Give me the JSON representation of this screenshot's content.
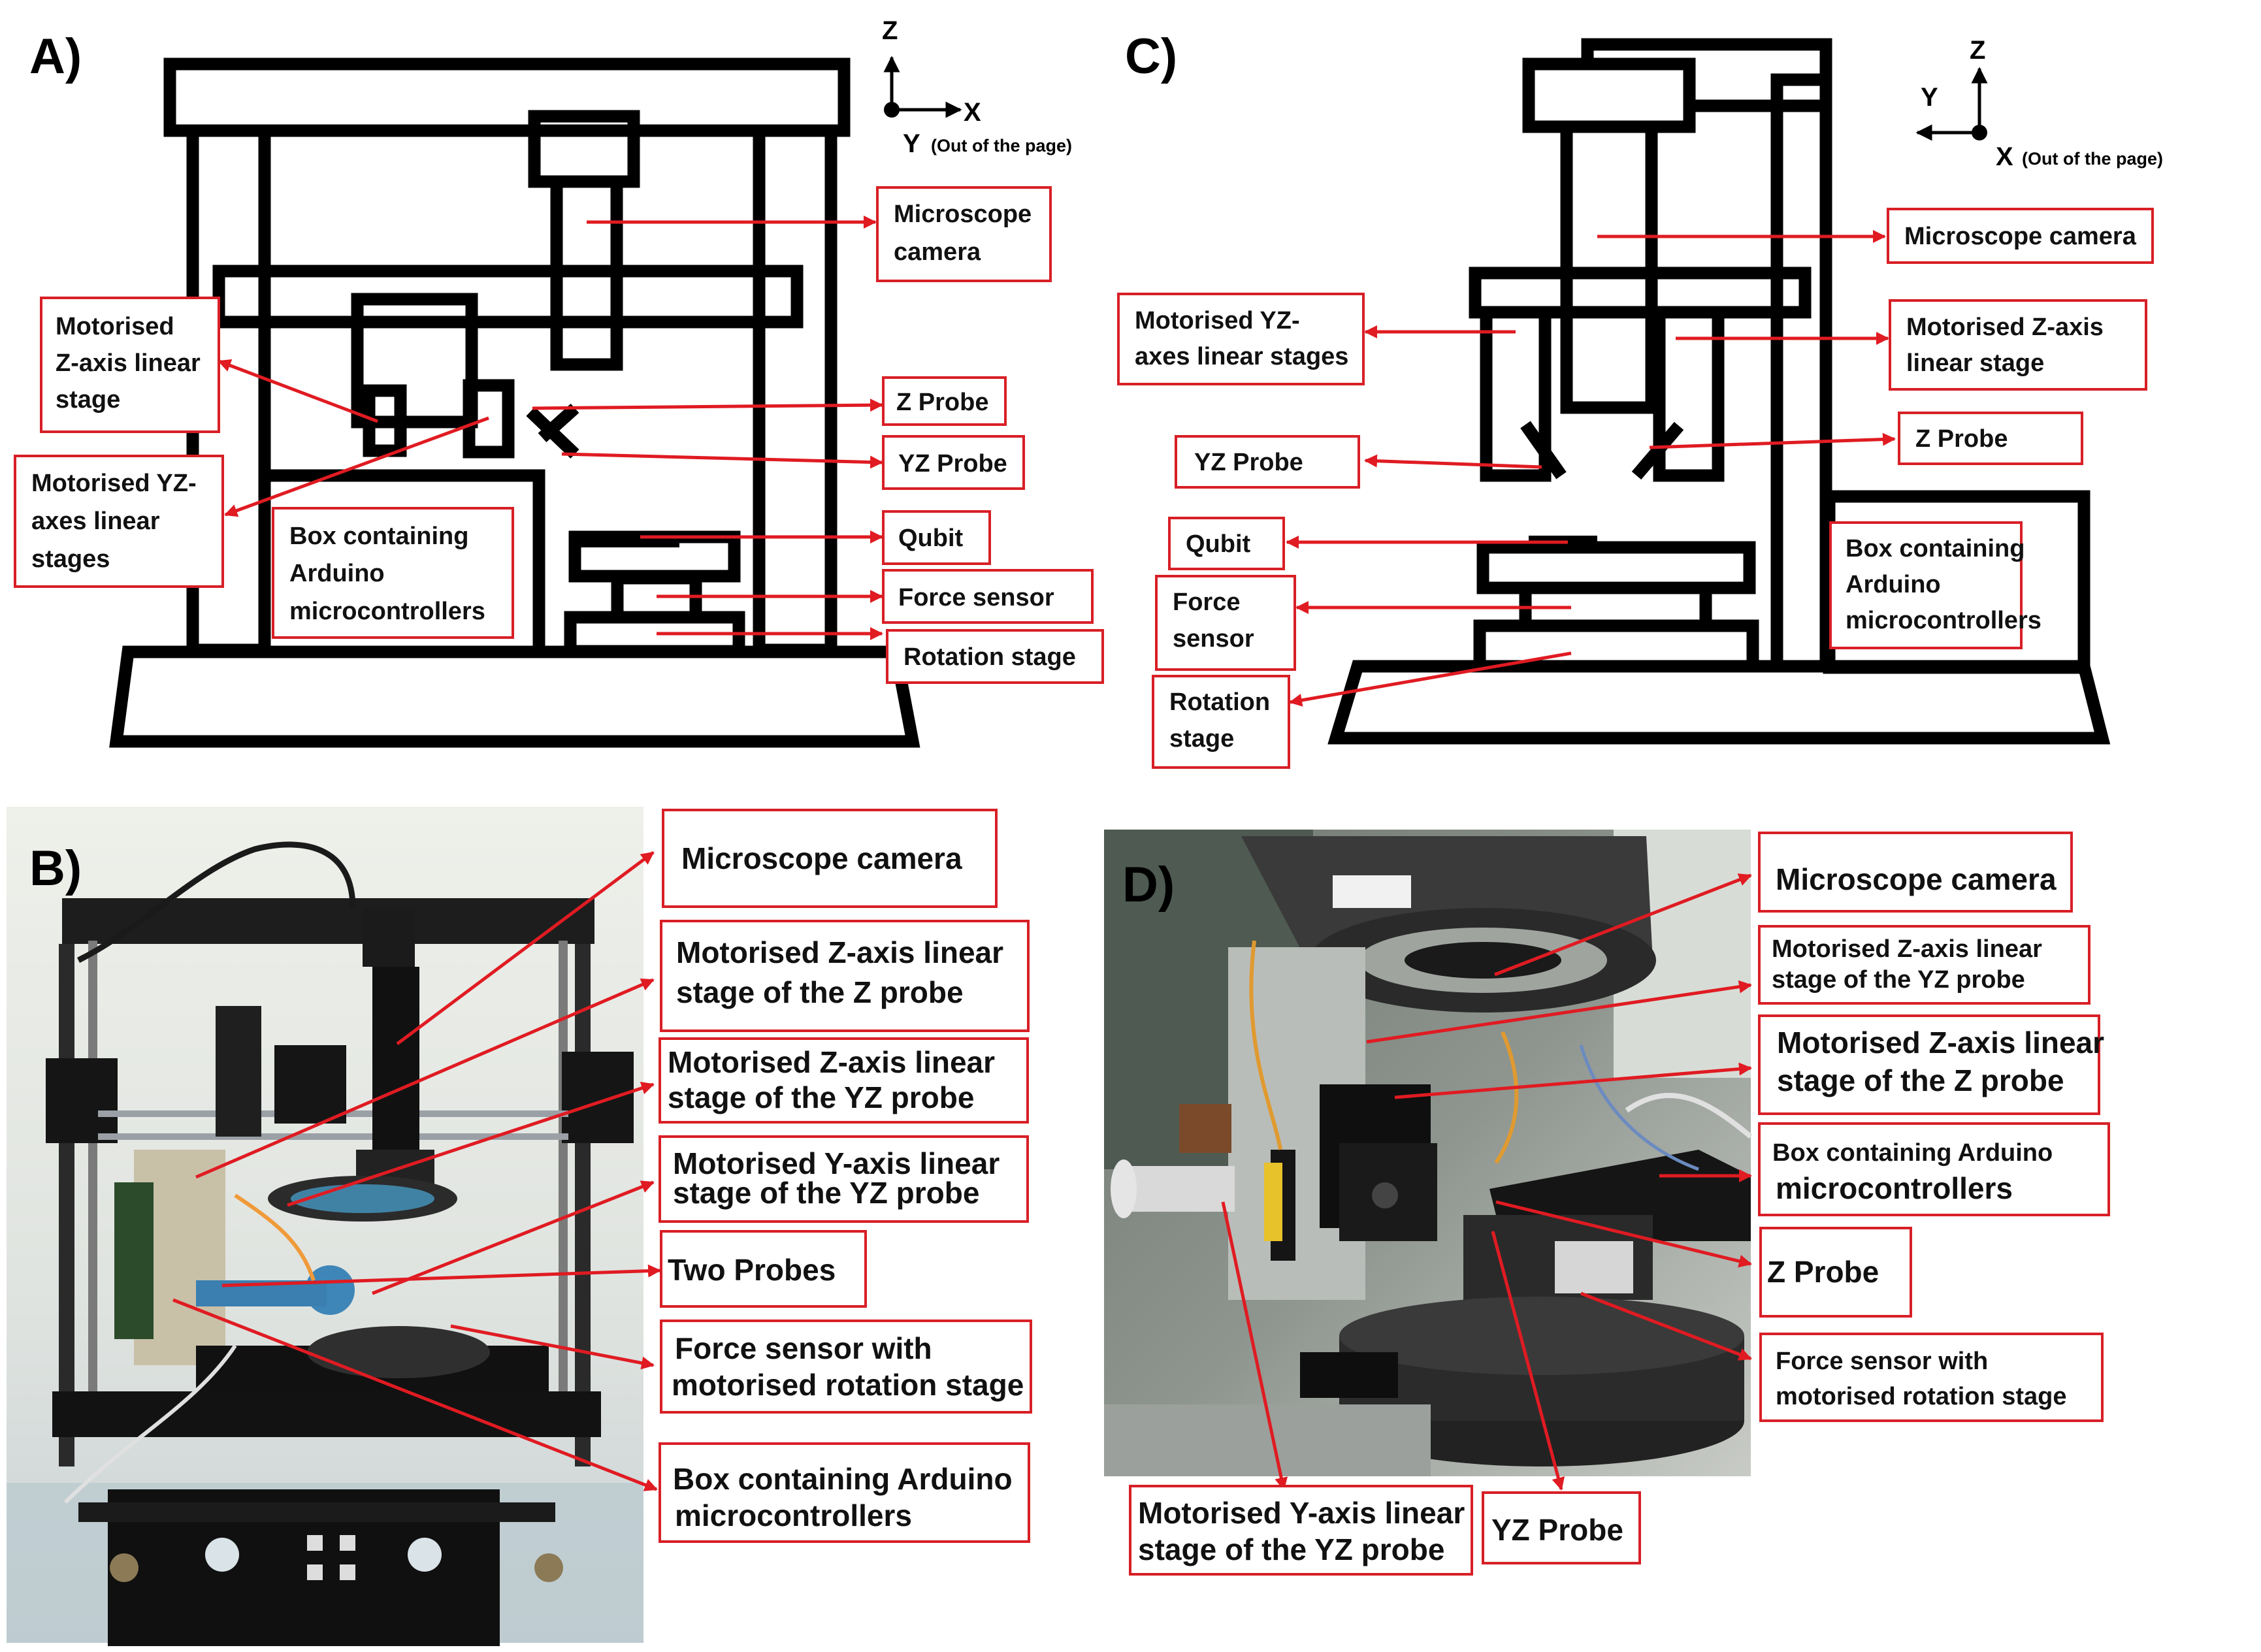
{
  "panels": {
    "a": {
      "letter": "A)",
      "axes": {
        "z": "Z",
        "x": "X",
        "y": "Y",
        "y_note": "(Out of the page)"
      },
      "labels": {
        "microscope_camera": [
          "Microscope",
          "camera"
        ],
        "motorised_z": [
          "Motorised",
          "Z-axis linear",
          "stage"
        ],
        "motorised_yz": [
          "Motorised YZ-",
          "axes linear",
          "stages"
        ],
        "box_arduino": [
          "Box containing",
          "Arduino",
          "microcontrollers"
        ],
        "z_probe": [
          "Z Probe"
        ],
        "yz_probe": [
          "YZ Probe"
        ],
        "qubit": [
          "Qubit"
        ],
        "force_sensor": [
          "Force sensor"
        ],
        "rotation_stage": [
          "Rotation stage"
        ]
      }
    },
    "b": {
      "letter": "B)",
      "photo_name": "photo-front-view",
      "labels": {
        "microscope_camera": [
          "Microscope camera"
        ],
        "z_stage_z_probe": [
          "Motorised Z-axis linear",
          "stage of the Z probe"
        ],
        "z_stage_yz_probe": [
          "Motorised Z-axis linear",
          "stage of the YZ probe"
        ],
        "y_stage_yz_probe": [
          "Motorised Y-axis linear",
          "stage of the YZ probe"
        ],
        "two_probes": [
          "Two Probes"
        ],
        "force_rotation": [
          "Force sensor with",
          "motorised rotation stage"
        ],
        "box_arduino": [
          "Box containing Arduino",
          "microcontrollers"
        ]
      }
    },
    "c": {
      "letter": "C)",
      "axes": {
        "z": "Z",
        "y": "Y",
        "x": "X",
        "x_note": "(Out of the page)"
      },
      "labels": {
        "microscope_camera": [
          "Microscope camera"
        ],
        "motorised_yz": [
          "Motorised YZ-",
          "axes linear stages"
        ],
        "motorised_z": [
          "Motorised Z-axis",
          "linear stage"
        ],
        "yz_probe": [
          "YZ Probe"
        ],
        "z_probe": [
          "Z Probe"
        ],
        "qubit": [
          "Qubit"
        ],
        "force_sensor": [
          "Force",
          "sensor"
        ],
        "rotation_stage": [
          "Rotation",
          "stage"
        ],
        "box_arduino": [
          "Box containing",
          "Arduino",
          "microcontrollers"
        ]
      }
    },
    "d": {
      "letter": "D)",
      "photo_name": "photo-side-view",
      "labels": {
        "microscope_camera": [
          "Microscope   camera"
        ],
        "z_stage_yz_probe": [
          "Motorised Z-axis linear",
          "stage of the YZ probe"
        ],
        "z_stage_z_probe": [
          "Motorised Z-axis linear",
          "stage of the Z probe"
        ],
        "box_arduino": [
          "Box containing Arduino",
          "microcontrollers"
        ],
        "z_probe": [
          "Z Probe"
        ],
        "force_rotation": [
          "Force sensor with",
          "motorised rotation stage"
        ],
        "y_stage_yz_probe": [
          "Motorised Y-axis linear",
          "stage of the YZ probe"
        ],
        "yz_probe": [
          "YZ Probe"
        ]
      }
    }
  },
  "colors": {
    "arrow": "#e01b22",
    "box_border": "#d81f26",
    "outline": "#000000"
  }
}
